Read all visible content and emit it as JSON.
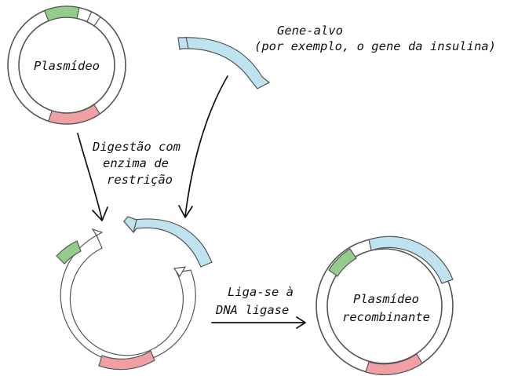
{
  "labels": {
    "plasmid": "Plasmídeo",
    "target_gene_line1": "Gene-alvo",
    "target_gene_line2": "(por exemplo, o gene da insulina)",
    "digestion_line1": "Digestão com",
    "digestion_line2": "enzima de",
    "digestion_line3": "restrição",
    "ligase_line1": "Liga-se à",
    "ligase_line2": "DNA ligase",
    "recombinant_line1": "Plasmídeo",
    "recombinant_line2": "recombinante"
  },
  "colors": {
    "green": "#94cc8c",
    "pink": "#f0a0a4",
    "blue": "#bee3ee",
    "outline": "#555555",
    "arrow": "#111111"
  }
}
